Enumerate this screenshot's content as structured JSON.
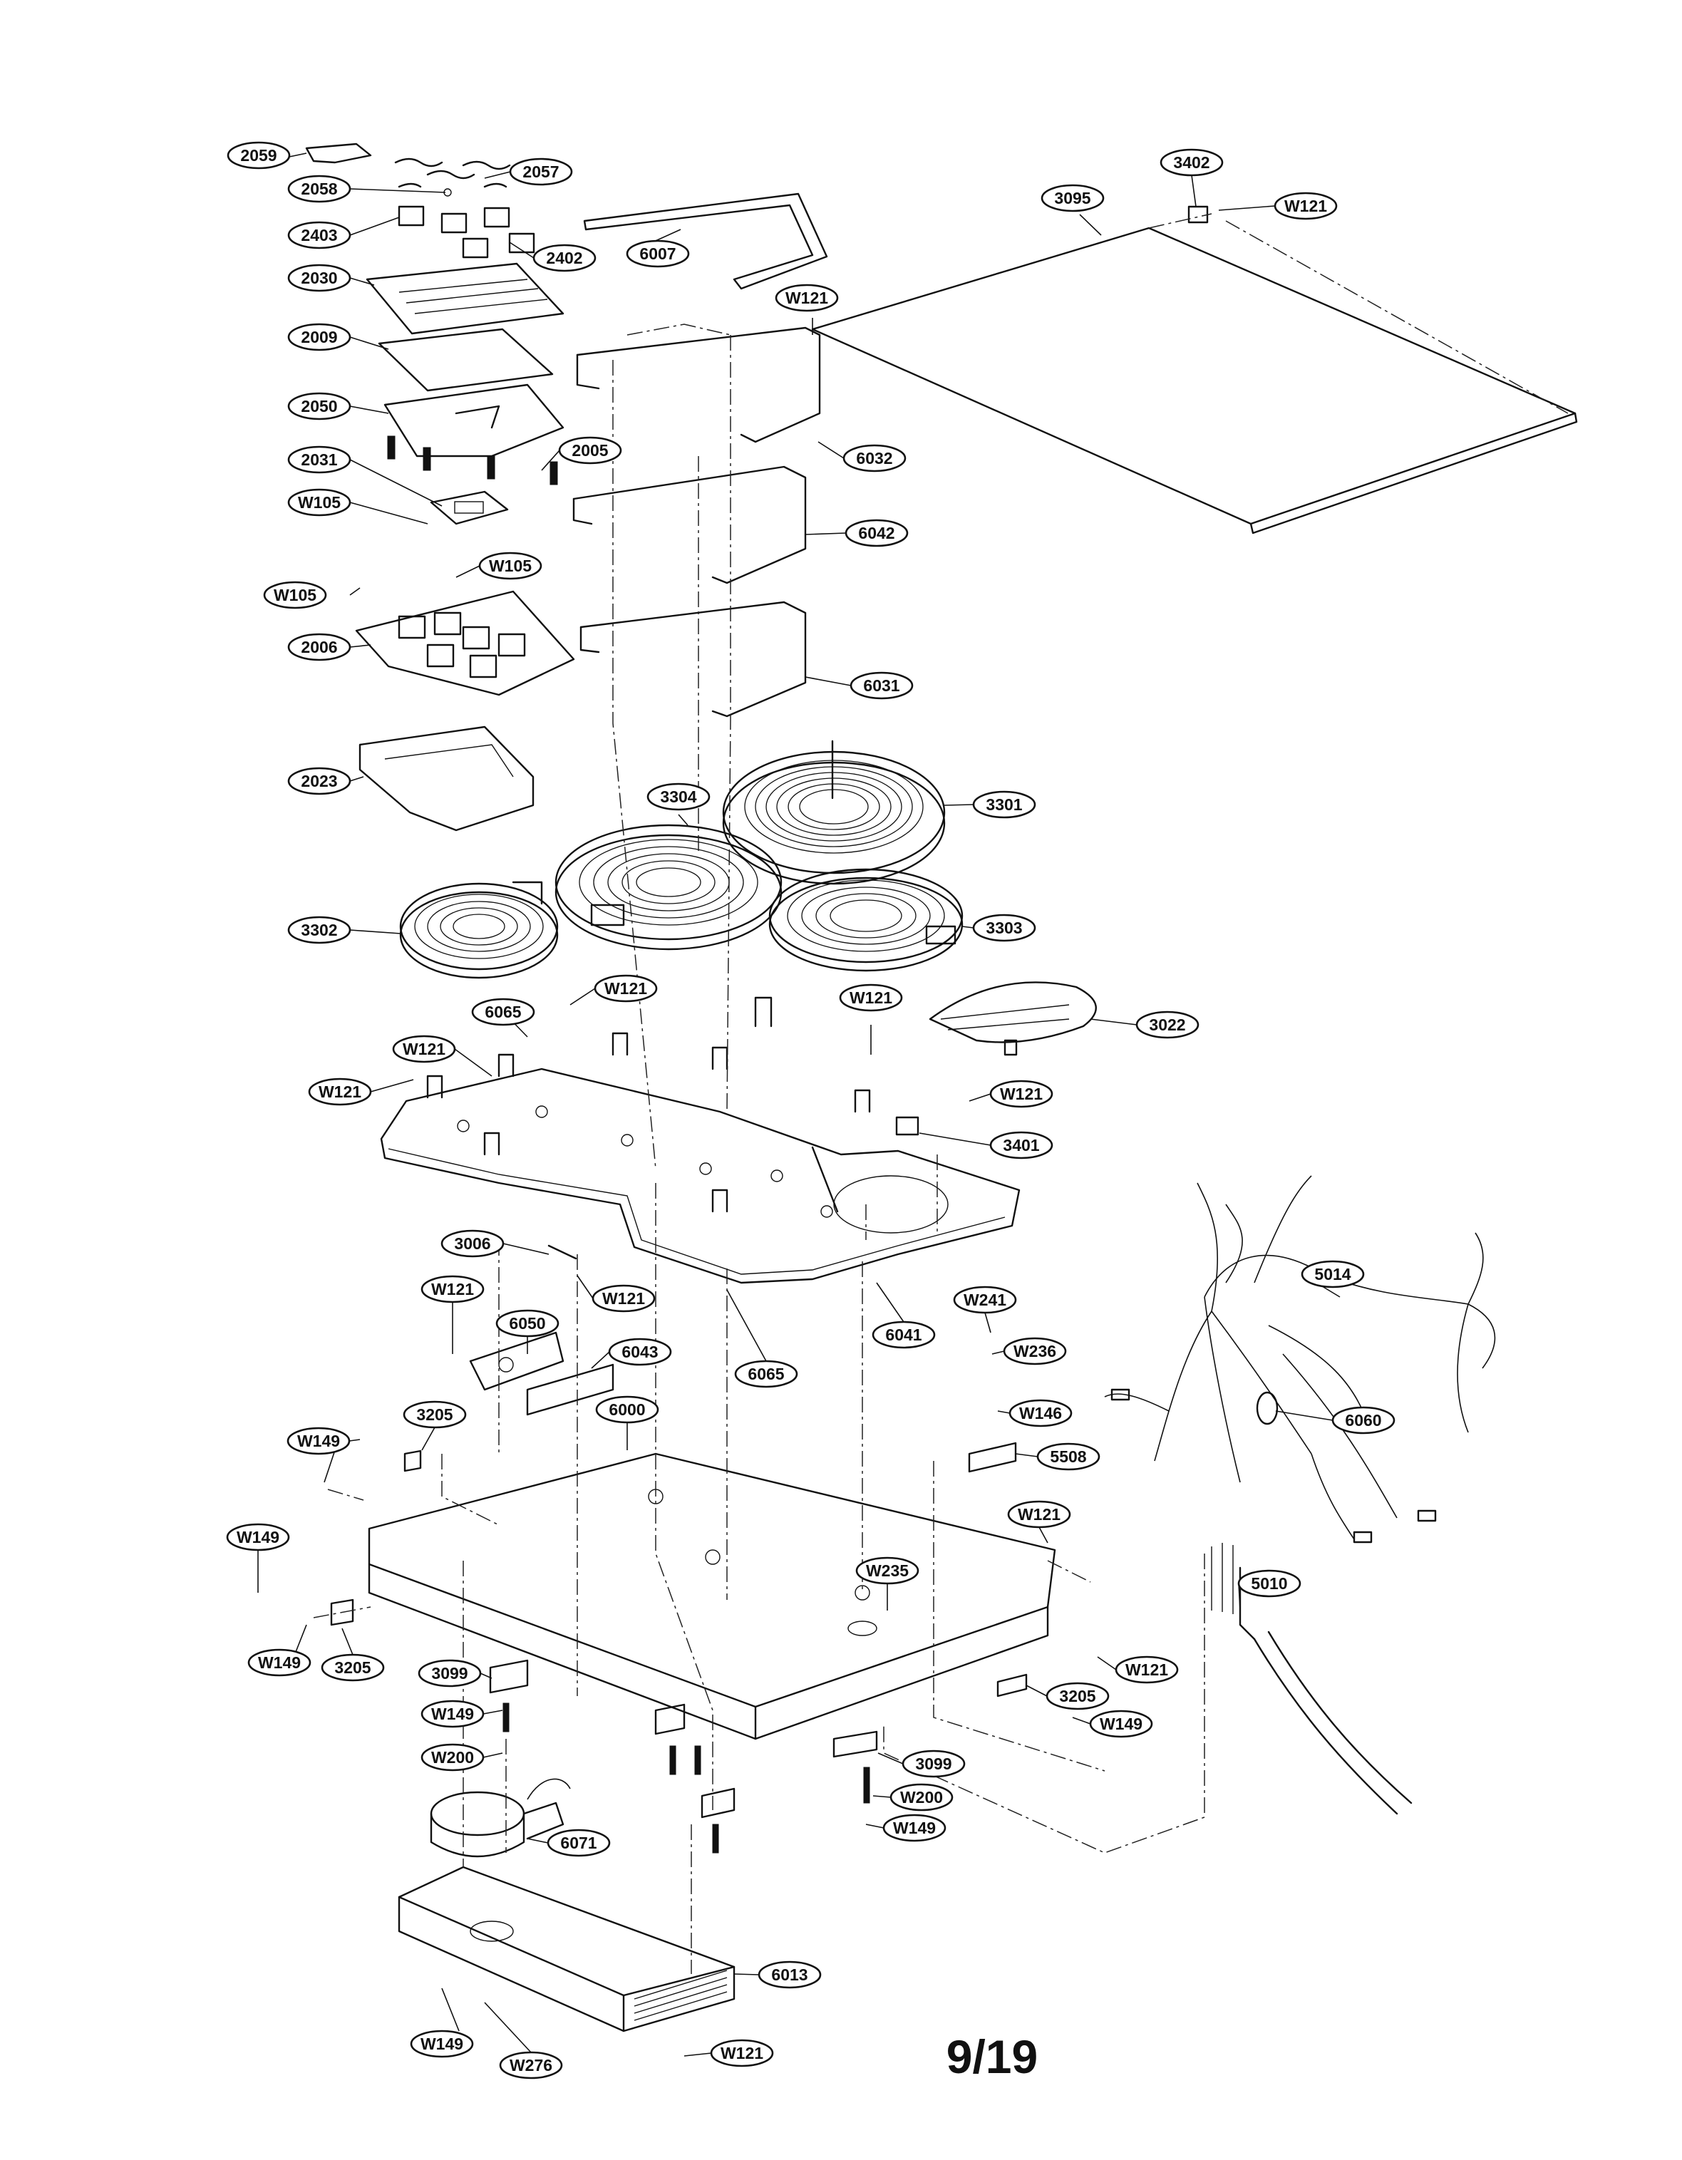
{
  "page_number": "9/19",
  "callouts": [
    {
      "id": "2059",
      "text": "2059"
    },
    {
      "id": "2057",
      "text": "2057"
    },
    {
      "id": "2058",
      "text": "2058"
    },
    {
      "id": "2403",
      "text": "2403"
    },
    {
      "id": "2402",
      "text": "2402"
    },
    {
      "id": "6007",
      "text": "6007"
    },
    {
      "id": "2030",
      "text": "2030"
    },
    {
      "id": "2009",
      "text": "2009"
    },
    {
      "id": "2050",
      "text": "2050"
    },
    {
      "id": "2005",
      "text": "2005"
    },
    {
      "id": "2031",
      "text": "2031"
    },
    {
      "id": "W105a",
      "text": "W105"
    },
    {
      "id": "W105b",
      "text": "W105"
    },
    {
      "id": "W105c",
      "text": "W105"
    },
    {
      "id": "2006",
      "text": "2006"
    },
    {
      "id": "2023",
      "text": "2023"
    },
    {
      "id": "3402",
      "text": "3402"
    },
    {
      "id": "W121a",
      "text": "W121"
    },
    {
      "id": "3095",
      "text": "3095"
    },
    {
      "id": "W121b",
      "text": "W121"
    },
    {
      "id": "6032",
      "text": "6032"
    },
    {
      "id": "6042",
      "text": "6042"
    },
    {
      "id": "6031",
      "text": "6031"
    },
    {
      "id": "3304",
      "text": "3304"
    },
    {
      "id": "3301",
      "text": "3301"
    },
    {
      "id": "3302",
      "text": "3302"
    },
    {
      "id": "3303",
      "text": "3303"
    },
    {
      "id": "W121c",
      "text": "W121"
    },
    {
      "id": "6065a",
      "text": "6065"
    },
    {
      "id": "W121d",
      "text": "W121"
    },
    {
      "id": "W121e",
      "text": "W121"
    },
    {
      "id": "W121f",
      "text": "W121"
    },
    {
      "id": "3022",
      "text": "3022"
    },
    {
      "id": "W121g",
      "text": "W121"
    },
    {
      "id": "3401",
      "text": "3401"
    },
    {
      "id": "3006",
      "text": "3006"
    },
    {
      "id": "W121h",
      "text": "W121"
    },
    {
      "id": "W121i",
      "text": "W121"
    },
    {
      "id": "6050",
      "text": "6050"
    },
    {
      "id": "6043",
      "text": "6043"
    },
    {
      "id": "6065b",
      "text": "6065"
    },
    {
      "id": "6041",
      "text": "6041"
    },
    {
      "id": "W241",
      "text": "W241"
    },
    {
      "id": "W236",
      "text": "W236"
    },
    {
      "id": "5014",
      "text": "5014"
    },
    {
      "id": "6060",
      "text": "6060"
    },
    {
      "id": "W146",
      "text": "W146"
    },
    {
      "id": "W149a",
      "text": "W149"
    },
    {
      "id": "3205a",
      "text": "3205"
    },
    {
      "id": "6000",
      "text": "6000"
    },
    {
      "id": "5508",
      "text": "5508"
    },
    {
      "id": "W149b",
      "text": "W149"
    },
    {
      "id": "W121j",
      "text": "W121"
    },
    {
      "id": "W235",
      "text": "W235"
    },
    {
      "id": "5010",
      "text": "5010"
    },
    {
      "id": "W149c",
      "text": "W149"
    },
    {
      "id": "3205b",
      "text": "3205"
    },
    {
      "id": "W121k",
      "text": "W121"
    },
    {
      "id": "3099a",
      "text": "3099"
    },
    {
      "id": "3205c",
      "text": "3205"
    },
    {
      "id": "W149d",
      "text": "W149"
    },
    {
      "id": "W149e",
      "text": "W149"
    },
    {
      "id": "W200a",
      "text": "W200"
    },
    {
      "id": "3099b",
      "text": "3099"
    },
    {
      "id": "W200b",
      "text": "W200"
    },
    {
      "id": "6071",
      "text": "6071"
    },
    {
      "id": "W149f",
      "text": "W149"
    },
    {
      "id": "6013",
      "text": "6013"
    },
    {
      "id": "W149g",
      "text": "W149"
    },
    {
      "id": "W276",
      "text": "W276"
    },
    {
      "id": "W121l",
      "text": "W121"
    }
  ]
}
